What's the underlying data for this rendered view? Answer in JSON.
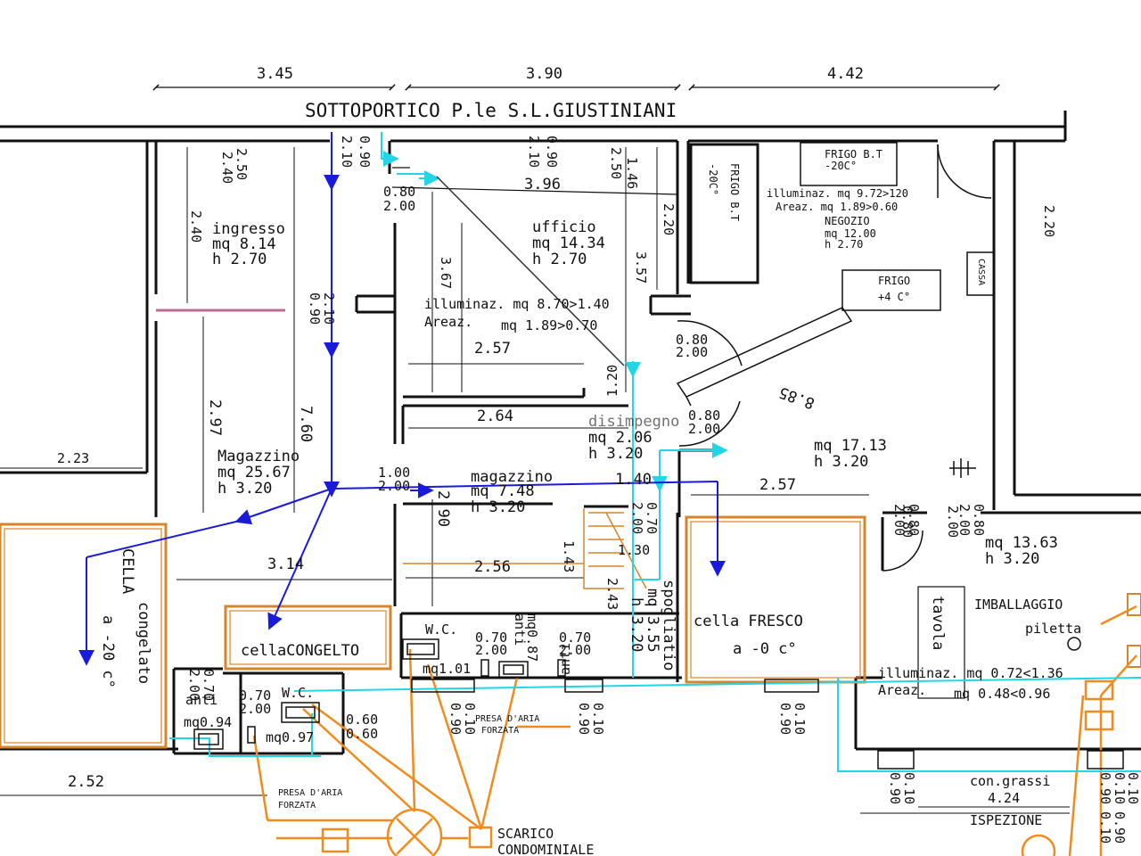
{
  "plan": {
    "street_label": "SOTTOPORTICO P.le S.L.GIUSTINIANI",
    "top_dims": [
      "3.45",
      "3.90",
      "4.42"
    ],
    "rooms": {
      "ingresso": [
        "ingresso",
        "mq 8.14",
        "h 2.70"
      ],
      "ufficio": [
        "ufficio",
        "mq 14.34",
        "h 2.70"
      ],
      "ufficio_light": [
        "illuminaz. mq 8.70>1.40",
        "Areaz.",
        "mq 1.89>0.70"
      ],
      "magazzino_large": [
        "Magazzino",
        "mq 25.67",
        "h 3.20"
      ],
      "magazzino_small": [
        "magazzino",
        "mq 7.48",
        "h 3.20"
      ],
      "disimpegno": [
        "disimpegno",
        "mq 2.06",
        "h 3.20"
      ],
      "negozio": [
        "illuminaz. mq 9.72>120",
        "Areaz. mq 1.89>0.60",
        "NEGOZIO",
        "mq 12.00",
        "h 2.70"
      ],
      "main_room": [
        "mq 17.13",
        "h 3.20"
      ],
      "right_room": [
        "mq 13.63",
        "h 3.20"
      ],
      "imballaggio_light": [
        "illuminaz. mq 0.72<1.36",
        "Areaz.",
        "mq 0.48<0.96"
      ],
      "spogliatoio": [
        "spogliatio",
        "mq 3.55",
        "h 3.20"
      ],
      "wc1": [
        "W.C.",
        "mq1.01"
      ],
      "wc2": [
        "W.C.",
        "mq0.97"
      ],
      "anti1": [
        "anti",
        "mq0.94"
      ],
      "anti2": [
        "anti"
      ],
      "anti3": [
        "anti",
        "mq0.87"
      ]
    },
    "cella_congelato": [
      "CELLA",
      "congelato",
      "a -20 c°"
    ],
    "cella_congelto": "cellaCONGELTO",
    "cella_fresco": [
      "cella FRESCO",
      "a -0 c°"
    ],
    "frigo_bt_top": [
      "FRIGO B.T",
      "-20C°"
    ],
    "frigo_bt_side": [
      "FRIGO B.T",
      "-20C°"
    ],
    "frigo_small": [
      "FRIGO",
      "+4 C°"
    ],
    "cassa": "CASSA",
    "tavola": "tavola",
    "imballaggio": "IMBALLAGGIO",
    "piletta": "piletta",
    "congrassi": "con.grassi",
    "ispezione": "ISPEZIONE",
    "scarico": [
      "SCARICO",
      "CONDOMINIALE"
    ],
    "presa_aria_1": [
      "PRESA D'ARIA",
      "FORZATA"
    ],
    "presa_aria_2": [
      "PRESA D'ARIA",
      "FORZATA"
    ],
    "dims": [
      "2.40",
      "2.50",
      "2.10",
      "0.90",
      "2.10",
      "0.90",
      "2.50",
      "1.46",
      "3.96",
      "0.80",
      "2.00",
      "2.20",
      "2.20",
      "2.40",
      "3.67",
      "3.57",
      "0.90",
      "2.10",
      "2.57",
      "2.64",
      "0.80",
      "2.00",
      "2.00",
      "0.80",
      "8.85",
      "1.20",
      "0.80",
      "2.00",
      "2.97",
      "7.60",
      "2.23",
      "1.00",
      "2.00",
      "2.90",
      "1.40",
      "2.57",
      "0.70",
      "2.00",
      "1.43",
      "1.30",
      "0.80",
      "2.00",
      "0.80",
      "2.00",
      "3.14",
      "2.56",
      "2.43",
      "0.70",
      "2.00",
      "0.70",
      "2.00",
      "0.70",
      "2.00",
      "0.70",
      "2.00",
      "0.60",
      "0.60",
      "0.90",
      "0.10",
      "0.90",
      "0.10",
      "0.90",
      "0.10",
      "0.90",
      "0.10",
      "0.90",
      "0.10",
      "2.52",
      "4.24",
      "0.10",
      "0.90",
      "0.10"
    ]
  }
}
